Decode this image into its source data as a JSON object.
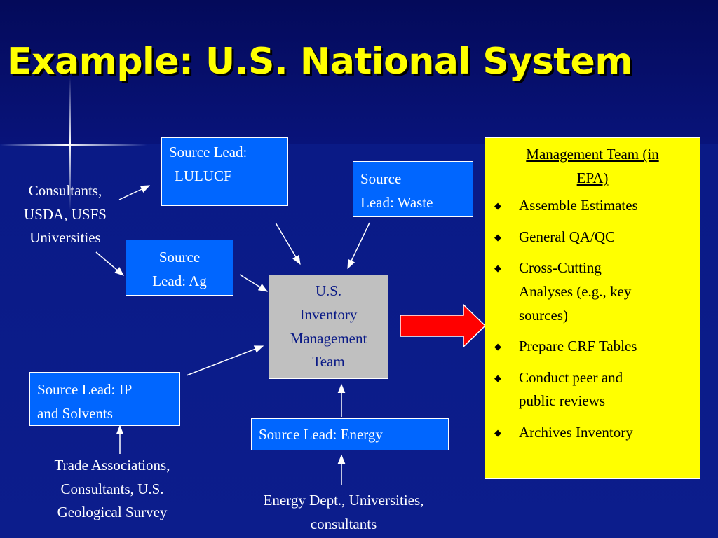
{
  "title": "Example: U.S. National System",
  "boxes": {
    "lulucf": {
      "line1": "Source Lead:",
      "line2": "LULUCF"
    },
    "waste": {
      "line1": "Source",
      "line2": "Lead: Waste"
    },
    "ag": {
      "line1": "Source",
      "line2": "Lead: Ag"
    },
    "ip": {
      "line1": "Source Lead: IP",
      "line2": "and Solvents"
    },
    "energy": {
      "line1": "Source Lead: Energy"
    },
    "center": {
      "line1": "U.S.",
      "line2": "Inventory",
      "line3": "Management",
      "line4": "Team"
    }
  },
  "labels": {
    "consultants": {
      "line1": "Consultants,",
      "line2": "USDA, USFS",
      "line3": "Universities"
    },
    "trade": {
      "line1": "Trade Associations,",
      "line2": "Consultants, U.S.",
      "line3": "Geological Survey"
    },
    "energy_dept": {
      "line1": "Energy Dept., Universities,",
      "line2": "consultants"
    }
  },
  "panel": {
    "title_line1": "Management Team (in",
    "title_line2": "EPA)",
    "bullet_icon": "diamond-bullet-icon",
    "items": [
      {
        "line1": "Assemble Estimates"
      },
      {
        "line1": "General QA/QC"
      },
      {
        "line1": "Cross-Cutting",
        "line2": "Analyses (e.g., key",
        "line3": "sources)"
      },
      {
        "line1": "Prepare CRF Tables"
      },
      {
        "line1": "Conduct peer and",
        "line2": "public reviews"
      },
      {
        "line1": "Archives Inventory"
      }
    ]
  },
  "colors": {
    "background": "#0c1d8c",
    "title": "#ffff00",
    "source_box": "#0066ff",
    "center_box": "#c0c0c0",
    "panel": "#ffff00",
    "big_arrow": "#ff0000"
  }
}
